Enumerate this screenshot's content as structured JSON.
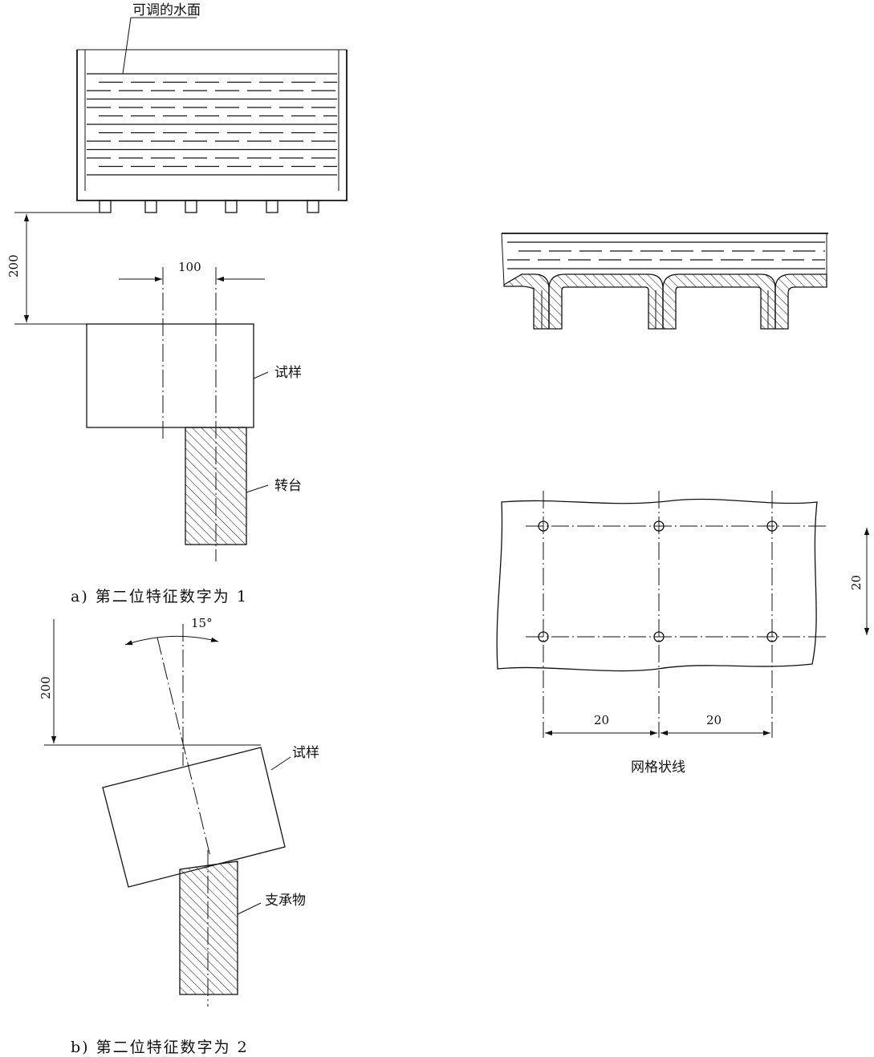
{
  "figure_a": {
    "water_label": "可调的水面",
    "specimen_label": "试样",
    "turntable_label": "转台",
    "dim_height": "200",
    "dim_width": "100",
    "caption": "a)  第二位特征数字为 1"
  },
  "figure_b": {
    "specimen_label": "试样",
    "support_label": "支承物",
    "dim_height": "200",
    "dim_angle": "15°",
    "caption": "b)  第二位特征数字为 2"
  },
  "grid_figure": {
    "dim_vertical": "20",
    "dim_h1": "20",
    "dim_h2": "20",
    "caption": "网格状线"
  }
}
